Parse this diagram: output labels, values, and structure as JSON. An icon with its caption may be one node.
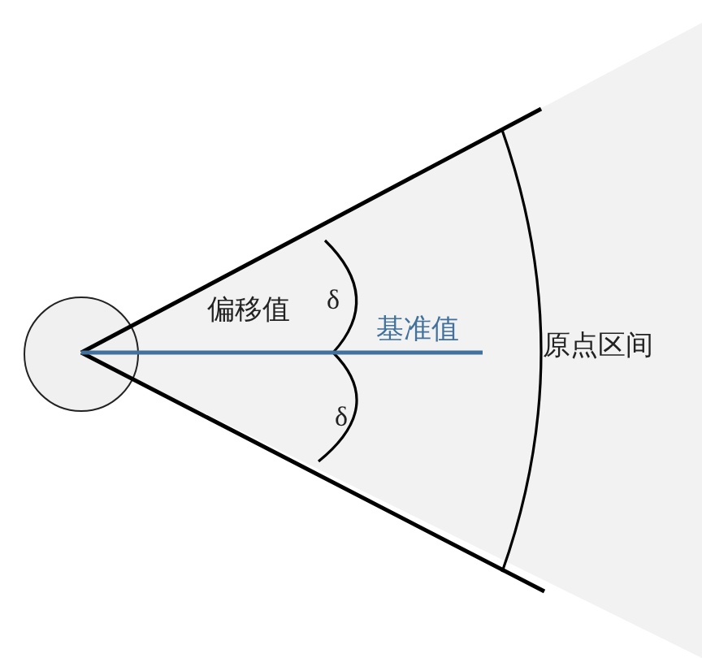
{
  "diagram": {
    "labels": [
      "偏移值",
      "δ",
      "基准值",
      "δ",
      "原点区间"
    ]
  }
}
